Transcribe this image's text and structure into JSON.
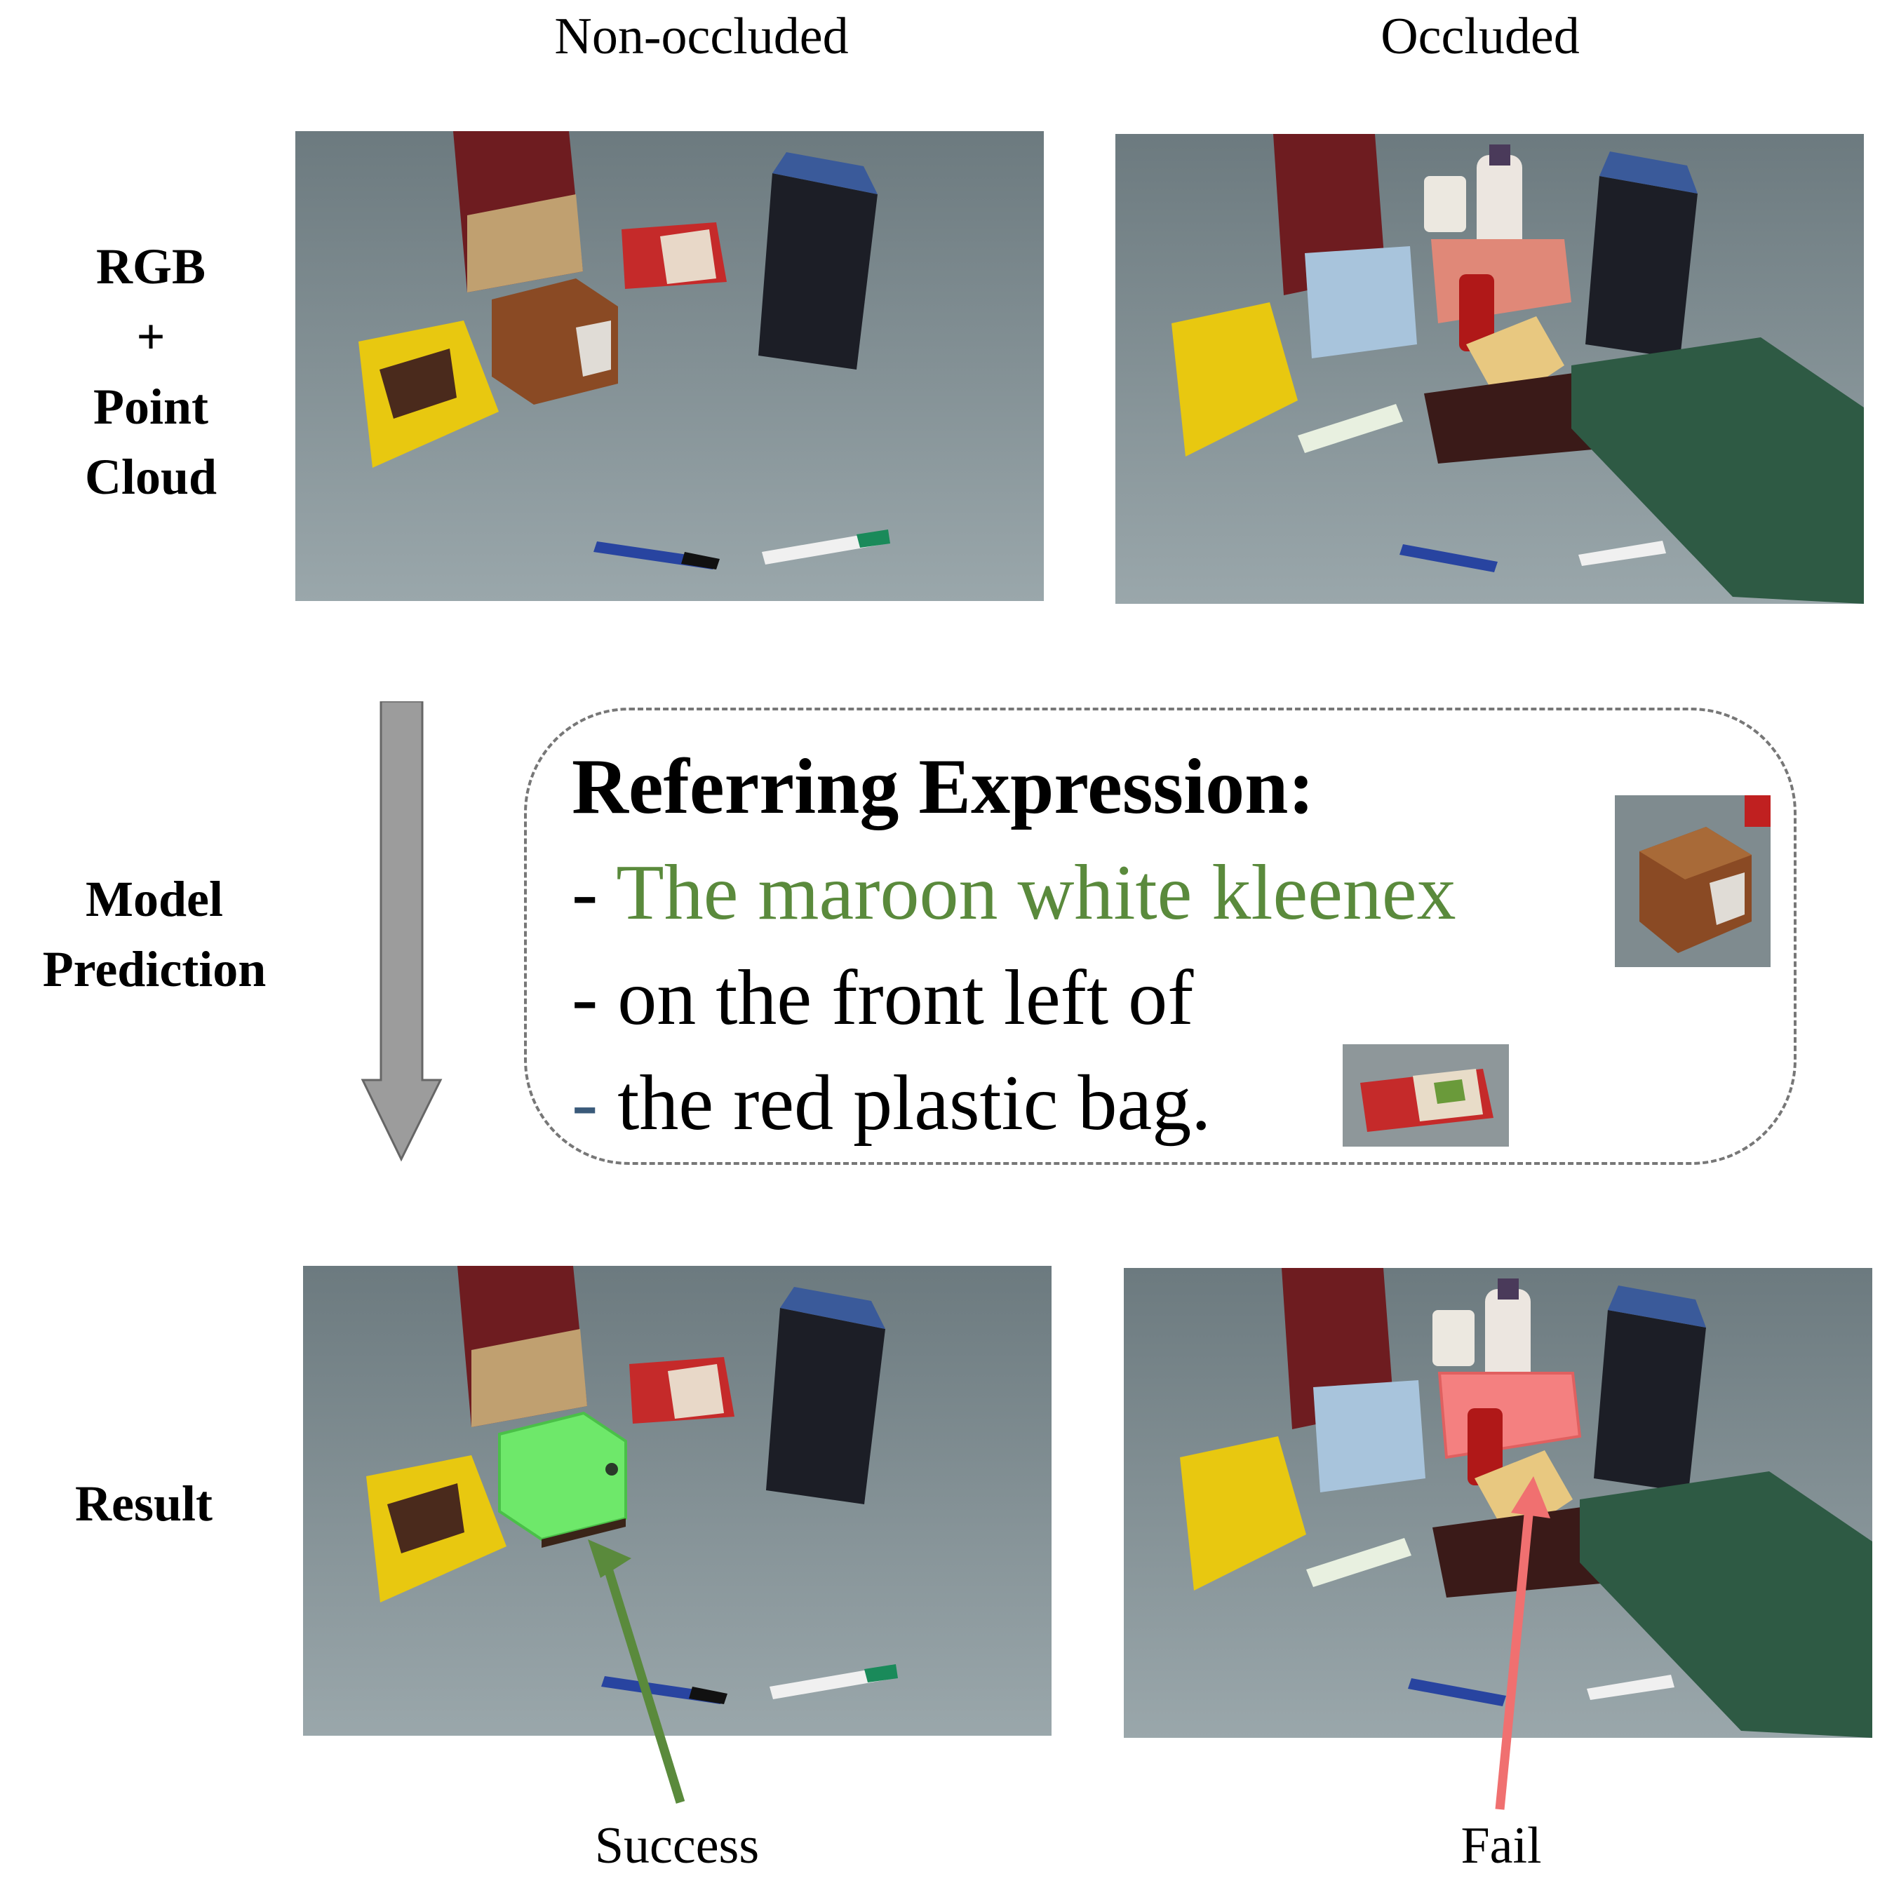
{
  "columns": {
    "left": "Non-occluded",
    "right": "Occluded"
  },
  "rows": {
    "input": [
      "RGB",
      "+",
      "Point",
      "Cloud"
    ],
    "prediction": [
      "Model",
      "Prediction"
    ],
    "result": "Result"
  },
  "expression": {
    "title": "Referring Expression:",
    "lines": [
      {
        "dash": "- ",
        "text": "The maroon white kleenex"
      },
      {
        "dash": "- ",
        "text": "on the front left of"
      },
      {
        "dash": "- ",
        "text": "the red plastic bag."
      }
    ]
  },
  "outcomes": {
    "left": "Success",
    "right": "Fail"
  },
  "colors": {
    "target_text": "#5a8a3c",
    "success_arrow": "#5a8a3c",
    "fail_arrow": "#f07070",
    "success_mask": "#6ee86a",
    "fail_mask": "#f48080",
    "flow_arrow": "#9c9c9c",
    "box_border": "#777777"
  },
  "icons": [
    "down-arrow-icon",
    "up-arrow-icon"
  ]
}
